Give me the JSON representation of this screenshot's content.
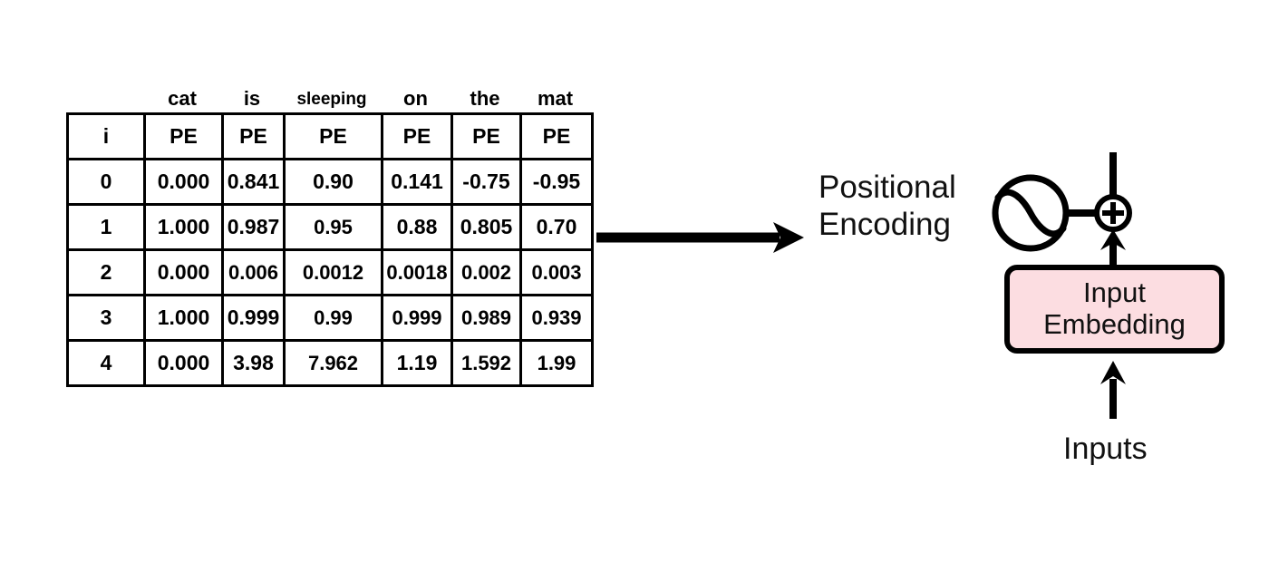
{
  "table": {
    "word_headers": [
      "",
      "cat",
      "is",
      "sleeping",
      "on",
      "the",
      "mat"
    ],
    "column_headers": [
      "i",
      "PE",
      "PE",
      "PE",
      "PE",
      "PE",
      "PE"
    ],
    "rows": [
      {
        "index": "0",
        "values": [
          "0.000",
          "0.841",
          "0.90",
          "0.141",
          "-0.75",
          "-0.95"
        ]
      },
      {
        "index": "1",
        "values": [
          "1.000",
          "0.987",
          "0.95",
          "0.88",
          "0.805",
          "0.70"
        ]
      },
      {
        "index": "2",
        "values": [
          "0.000",
          "0.006",
          "0.0012",
          "0.0018",
          "0.002",
          "0.003"
        ]
      },
      {
        "index": "3",
        "values": [
          "1.000",
          "0.999",
          "0.99",
          "0.999",
          "0.989",
          "0.939"
        ]
      },
      {
        "index": "4",
        "values": [
          "0.000",
          "3.98",
          "7.962",
          "1.19",
          "1.592",
          "1.99"
        ]
      }
    ]
  },
  "diagram": {
    "flow_arrow_icon": "right-arrow-icon",
    "positional_encoding_label": "Positional\nEncoding",
    "positional_encoding_line1": "Positional",
    "positional_encoding_line2": "Encoding",
    "sine_wave_icon": "sine-wave-circle-icon",
    "add_operator_icon": "circled-plus-icon",
    "add_operator_symbol": "+",
    "embedding_box_line1": "Input",
    "embedding_box_line2": "Embedding",
    "inputs_label": "Inputs",
    "embedding_box_color": "#fcdde1",
    "stroke_color": "#000000"
  }
}
